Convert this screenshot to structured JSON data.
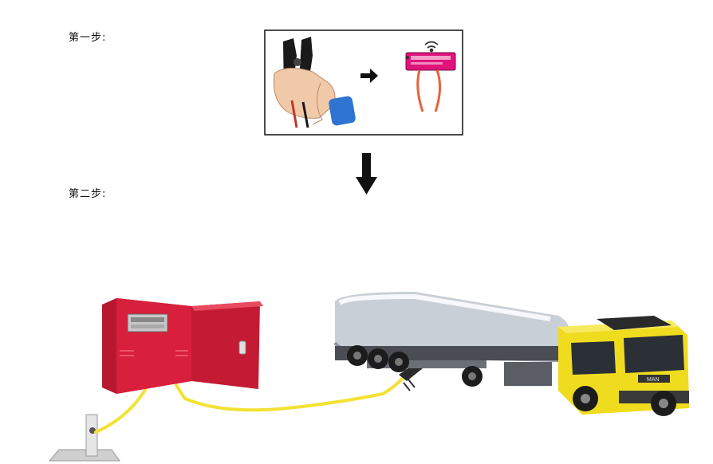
{
  "steps": [
    {
      "label": "第一步:"
    },
    {
      "label": "第二步:"
    }
  ],
  "truck": {
    "cab_badge": "MAN"
  },
  "colors": {
    "cabinet_red": "#d81f3c",
    "cable_yellow": "#f2e234",
    "cab_yellow": "#f0dc1e",
    "clamp_pink": "#e0147c",
    "sleeve_blue": "#2f74d0",
    "arrow_black": "#111111"
  },
  "icons": [
    "ground-clamp-icon",
    "static-monitor-icon",
    "wireless-signal-icon",
    "arrow-right-icon",
    "arrow-down-icon"
  ]
}
